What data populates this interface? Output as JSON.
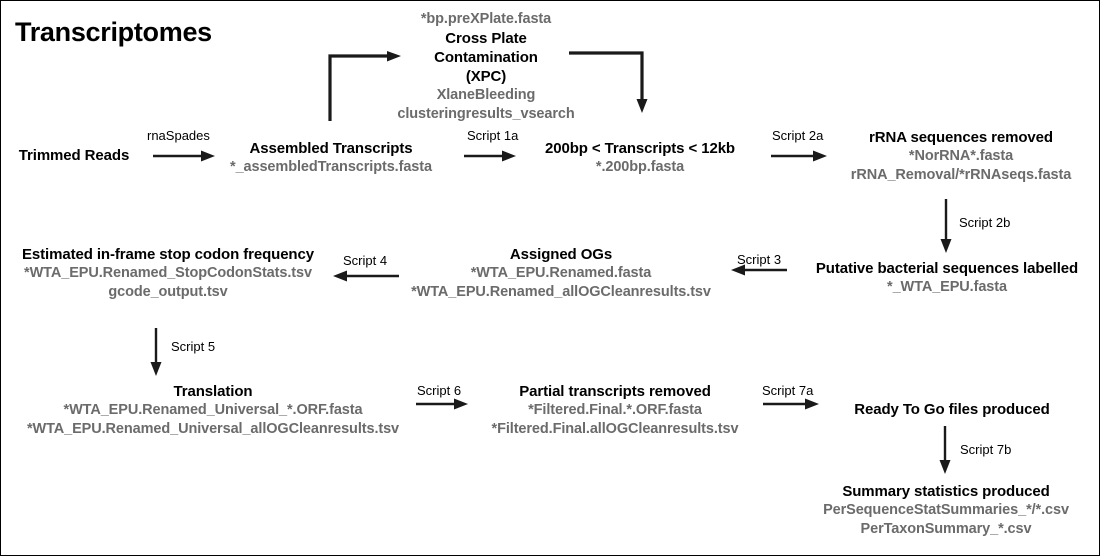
{
  "title": "Transcriptomes",
  "colors": {
    "text": "#000000",
    "file_text": "#6b6b6b",
    "arrow": "#1a1a1a",
    "background": "#ffffff",
    "border": "#000000"
  },
  "nodes": {
    "trimmed_reads": {
      "title": "Trimmed Reads",
      "files": []
    },
    "assembled_transcripts": {
      "title": "Assembled Transcripts",
      "files": [
        "*_assembledTranscripts.fasta"
      ]
    },
    "cross_plate_contamination": {
      "file_top": "*bp.preXPlate.fasta",
      "title_line1": "Cross Plate",
      "title_line2": "Contamination",
      "title_line3": "(XPC)",
      "files": [
        "XlaneBleeding",
        "clusteringresults_vsearch"
      ]
    },
    "transcripts_size_filter": {
      "title": "200bp < Transcripts < 12kb",
      "files": [
        "*.200bp.fasta"
      ]
    },
    "rrna_removed": {
      "title": "rRNA sequences removed",
      "files": [
        "*NorRNA*.fasta",
        "rRNA_Removal/*rRNAseqs.fasta"
      ]
    },
    "bacterial_labelled": {
      "title": "Putative bacterial sequences labelled",
      "files": [
        "*_WTA_EPU.fasta"
      ]
    },
    "assigned_ogs": {
      "title": "Assigned OGs",
      "files": [
        "*WTA_EPU.Renamed.fasta",
        "*WTA_EPU.Renamed_allOGCleanresults.tsv"
      ]
    },
    "stop_codon_frequency": {
      "title": "Estimated in-frame stop codon frequency",
      "files": [
        "*WTA_EPU.Renamed_StopCodonStats.tsv",
        "gcode_output.tsv"
      ]
    },
    "translation": {
      "title": "Translation",
      "files": [
        "*WTA_EPU.Renamed_Universal_*.ORF.fasta",
        "*WTA_EPU.Renamed_Universal_allOGCleanresults.tsv"
      ]
    },
    "partial_removed": {
      "title": "Partial transcripts removed",
      "files": [
        "*Filtered.Final.*.ORF.fasta",
        "*Filtered.Final.allOGCleanresults.tsv"
      ]
    },
    "ready_to_go": {
      "title": "Ready To Go files produced",
      "files": []
    },
    "summary_statistics": {
      "title": "Summary statistics produced",
      "files": [
        "PerSequenceStatSummaries_*/*.csv",
        "PerTaxonSummary_*.csv"
      ]
    }
  },
  "edges": [
    {
      "id": "rnaspades",
      "label": "rnaSpades"
    },
    {
      "id": "script1a",
      "label": "Script 1a"
    },
    {
      "id": "script2a",
      "label": "Script 2a"
    },
    {
      "id": "script2b",
      "label": "Script 2b"
    },
    {
      "id": "script3",
      "label": "Script 3"
    },
    {
      "id": "script4",
      "label": "Script 4"
    },
    {
      "id": "script5",
      "label": "Script 5"
    },
    {
      "id": "script6",
      "label": "Script 6"
    },
    {
      "id": "script7a",
      "label": "Script 7a"
    },
    {
      "id": "script7b",
      "label": "Script 7b"
    }
  ]
}
